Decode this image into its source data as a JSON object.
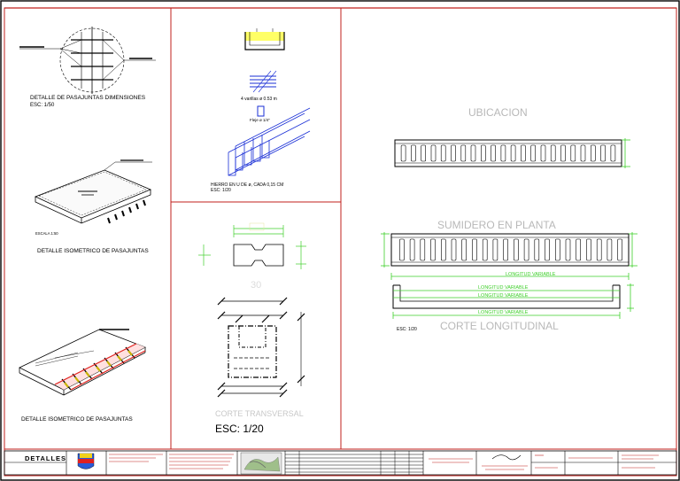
{
  "sheet_title": "DETALLES",
  "left_panel": {
    "detail1_title": "DETALLE DE PASAJUNTAS DIMENSIONES",
    "detail1_scale": "ESC: 1/50",
    "detail2_scale": "ESCALA 1:50",
    "detail2_title": "DETALLE ISOMETRICO DE PASAJUNTAS",
    "detail3_title": "DETALLE ISOMETRICO DE PASAJUNTAS"
  },
  "middle_top": {
    "rebar_note": "4 varillas ø  0.53 m",
    "stirrup_note": "Fleje ø 1/4\"",
    "u_iron_note": "HIERRO EN U DE ø, CADA 0,15 CM",
    "scale": "ESC: 1/20"
  },
  "middle_bottom": {
    "dim_top": "30",
    "section_title": "CORTE TRANSVERSAL",
    "scale": "ESC: 1/20"
  },
  "right_panel": {
    "location_title": "UBICACION",
    "plan_title": "SUMIDERO EN PLANTA",
    "variable_length_a": "LONGITUD VARIABLE",
    "variable_length_b": "LONGITUD VARIABLE",
    "variable_length_c": "LONGITUD VARIABLE",
    "variable_length_d": "LONGITUD VARIABLE",
    "section_scale": "ESC: 1/20",
    "section_title": "CORTE LONGITUDINAL"
  },
  "colors": {
    "frame_red": "#c0201c",
    "dimension_green": "#3ecf2a",
    "rebar_blue": "#1a2fd6",
    "faded_title": "#b8b8b8",
    "highlight_yellow": "#ffff66"
  }
}
